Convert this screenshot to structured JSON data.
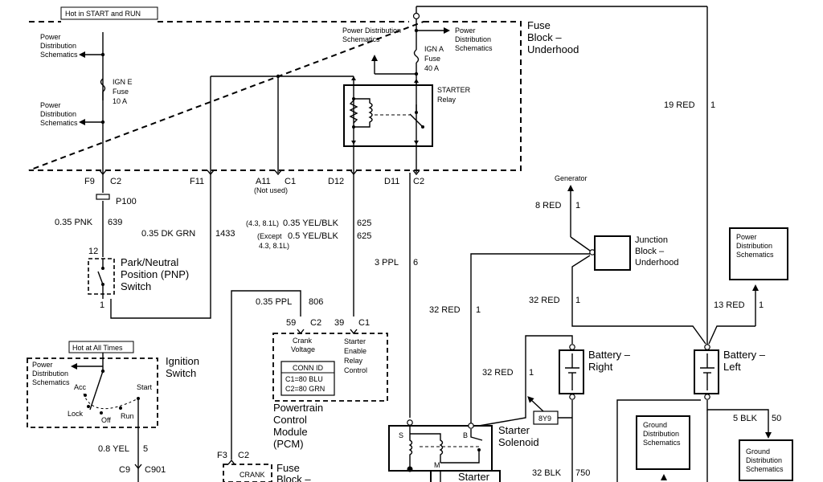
{
  "top_labels": {
    "hot_start_run": "Hot in START and RUN",
    "hot_all_times": "Hot at All Times"
  },
  "fuse_block": {
    "title_line1": "Fuse",
    "title_line2": "Block –",
    "title_line3": "Underhood",
    "pds_1a": "Power",
    "pds_1b": "Distribution",
    "pds_1c": "Schematics",
    "pds_2a": "Power",
    "pds_2b": "Distribution",
    "pds_2c": "Schematics",
    "pds_3a": "Power Distribution",
    "pds_3b": "Schematics",
    "pds_4a": "Power",
    "pds_4b": "Distribution",
    "pds_4c": "Schematics",
    "ign_e_1": "IGN E",
    "ign_e_2": "Fuse",
    "ign_e_3": "10 A",
    "ign_a_1": "IGN A",
    "ign_a_2": "Fuse",
    "ign_a_3": "40 A",
    "starter_relay_1": "STARTER",
    "starter_relay_2": "Relay"
  },
  "connectors": {
    "f9": "F9",
    "c2a": "C2",
    "f11": "F11",
    "a11": "A11",
    "c1a": "C1",
    "not_used": "(Not used)",
    "d12": "D12",
    "d11": "D11",
    "c2b": "C2",
    "p100": "P100"
  },
  "wires": {
    "pnk_gauge": "0.35 PNK",
    "pnk_num": "639",
    "dkgrn_gauge": "0.35 DK GRN",
    "dkgrn_num": "1433",
    "yel1_note": "(4.3, 8.1L)",
    "yel1_gauge": "0.35 YEL/BLK",
    "yel1_num": "625",
    "yel2_note": "(Except",
    "yel2_gauge": "0.5 YEL/BLK",
    "yel2_num": "625",
    "yel2_note2": "4.3, 8.1L)",
    "ppl3_gauge": "3 PPL",
    "ppl3_num": "6",
    "ppl035_gauge": "0.35 PPL",
    "ppl035_num": "806",
    "red19_gauge": "19 RED",
    "red19_num": "1",
    "red8_gauge": "8 RED",
    "red8_num": "1",
    "red32a_gauge": "32 RED",
    "red32a_num": "1",
    "red32b_gauge": "32 RED",
    "red32b_num": "1",
    "red32c_gauge": "32 RED",
    "red32c_num": "1",
    "red13_gauge": "13 RED",
    "red13_num": "1",
    "blk5_gauge": "5 BLK",
    "blk5_num": "50",
    "blk32_gauge": "32 BLK",
    "blk32_num": "750",
    "yel08_gauge": "0.8 YEL",
    "yel08_num": "5"
  },
  "pnp": {
    "pin_top": "12",
    "pin_bottom": "1",
    "name1": "Park/Neutral",
    "name2": "Position (PNP)",
    "name3": "Switch"
  },
  "pcm": {
    "pin59": "59",
    "c2": "C2",
    "pin39": "39",
    "c1": "C1",
    "crank1": "Crank",
    "crank2": "Voltage",
    "ser1": "Starter",
    "ser2": "Enable",
    "ser3": "Relay",
    "ser4": "Control",
    "conn_title": "CONN ID",
    "conn_c1": "C1=80 BLU",
    "conn_c2": "C2=80 GRN",
    "name1": "Powertrain",
    "name2": "Control",
    "name3": "Module",
    "name4": "(PCM)"
  },
  "generator": "Generator",
  "junction": {
    "name1": "Junction",
    "name2": "Block –",
    "name3": "Underhood"
  },
  "pds_right": {
    "a": "Power",
    "b": "Distribution",
    "c": "Schematics"
  },
  "battery_right": {
    "name1": "Battery –",
    "name2": "Right"
  },
  "battery_left": {
    "name1": "Battery –",
    "name2": "Left"
  },
  "tag_8y9": "8Y9",
  "starter": {
    "s": "S",
    "b": "B",
    "m": "M",
    "name1": "Starter",
    "name2": "Solenoid",
    "motor": "Starter"
  },
  "ground1": {
    "a": "Ground",
    "b": "Distribution",
    "c": "Schematics"
  },
  "ground2": {
    "a": "Ground",
    "b": "Distribution",
    "c": "Schematics"
  },
  "ignition": {
    "name1": "Ignition",
    "name2": "Switch",
    "pds_a": "Power",
    "pds_b": "Distribution",
    "pds_c": "Schematics",
    "acc": "Acc",
    "lock": "Lock",
    "off": "Off",
    "run": "Run",
    "start": "Start",
    "c9": "C9",
    "c901": "C901"
  },
  "bottom": {
    "f3": "F3",
    "c2": "C2",
    "crank": "CRANK",
    "fuse": "Fuse",
    "block": "Block –"
  }
}
